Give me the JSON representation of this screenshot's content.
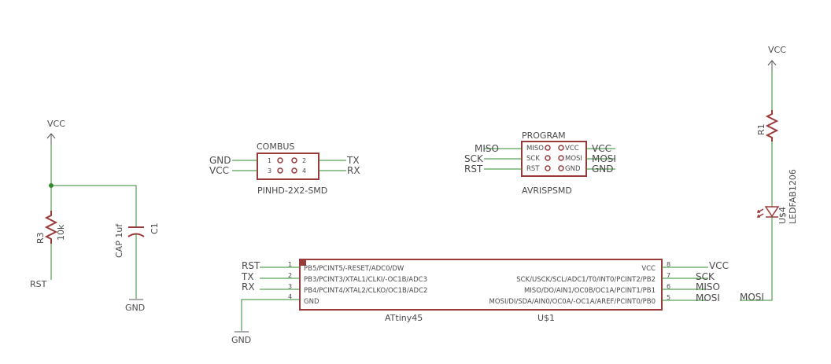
{
  "power_net_label": "VCC",
  "ground_net_label": "GND",
  "reset_net_label": "RST",
  "resistor_r3": {
    "name": "R3",
    "value": "10k"
  },
  "capacitor_c1": {
    "name": "C1",
    "value": "CAP 1uf"
  },
  "combus": {
    "name": "COMBUS",
    "package": "PINHD-2X2-SMD",
    "left_nets": [
      "GND",
      "VCC"
    ],
    "right_nets": [
      "TX",
      "RX"
    ],
    "pin_numbers": [
      "1",
      "2",
      "3",
      "4"
    ]
  },
  "program": {
    "name": "PROGRAM",
    "package": "AVRISPSMD",
    "left_nets": [
      "MISO",
      "SCK",
      "RST"
    ],
    "right_nets": [
      "VCC",
      "MOSI",
      "GND"
    ],
    "left_pins": [
      "MISO",
      "SCK",
      "RST"
    ],
    "right_pins": [
      "VCC",
      "MOSI",
      "GND"
    ]
  },
  "mcu": {
    "name": "U$1",
    "value": "ATtiny45",
    "left_nets": [
      "RST",
      "TX",
      "RX",
      ""
    ],
    "left_pin_numbers": [
      "1",
      "2",
      "3",
      "4"
    ],
    "left_pin_names": [
      "PB5/PCINT5/-RESET/ADC0/DW",
      "PB3/PCINT3/XTAL1/CLKI/-OC1B/ADC3",
      "PB4/PCINT4/XTAL2/CLKO/OC1B/ADC2",
      "GND"
    ],
    "right_pin_numbers": [
      "8",
      "7",
      "6",
      "5"
    ],
    "right_pin_names": [
      "VCC",
      "SCK/USCK/SCL/ADC1/T0/INT0/PCINT2/PB2",
      "MISO/DO/AIN1/OC0B/OC1A/PCINT1/PB1",
      "MOSI/DI/SDA/AIN0/OC0A/-OC1A/AREF/PCINT0/PB0"
    ],
    "right_nets": [
      "VCC",
      "SCK",
      "MISO",
      "MOSI"
    ]
  },
  "resistor_r1": {
    "name": "R1"
  },
  "led": {
    "name": "U$4",
    "value": "LEDFAB1206"
  },
  "led_net_label": "MOSI"
}
